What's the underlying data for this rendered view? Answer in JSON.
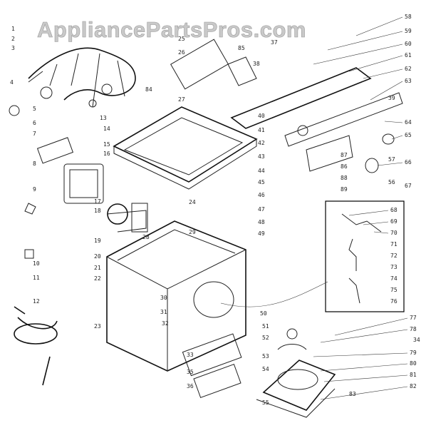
{
  "watermark": "AppliancePartsPros.com",
  "callouts": {
    "left_col": [
      "1",
      "2",
      "3",
      "4",
      "5",
      "6",
      "7",
      "8",
      "9",
      "10",
      "11",
      "12",
      "13"
    ],
    "cabinet_left": [
      "14",
      "15",
      "16",
      "17",
      "18",
      "19",
      "20",
      "21",
      "22",
      "23"
    ],
    "center": [
      "24",
      "25",
      "26",
      "27",
      "28",
      "29",
      "30",
      "31",
      "32",
      "33",
      "34",
      "35",
      "36"
    ],
    "console": [
      "37",
      "38",
      "39",
      "40",
      "41",
      "42",
      "43",
      "44",
      "45",
      "46",
      "47",
      "48",
      "49"
    ],
    "pump": [
      "50",
      "51",
      "52",
      "53",
      "54",
      "55"
    ],
    "top_right": [
      "56",
      "57",
      "58",
      "59",
      "60",
      "61",
      "62",
      "63",
      "64",
      "65",
      "66",
      "67"
    ],
    "inset": [
      "68",
      "69",
      "70",
      "71",
      "72",
      "73",
      "74",
      "75",
      "76"
    ],
    "lower_right": [
      "77",
      "78",
      "79",
      "80",
      "81",
      "82",
      "83"
    ],
    "misc": [
      "84",
      "85",
      "86",
      "87",
      "88",
      "89"
    ]
  }
}
